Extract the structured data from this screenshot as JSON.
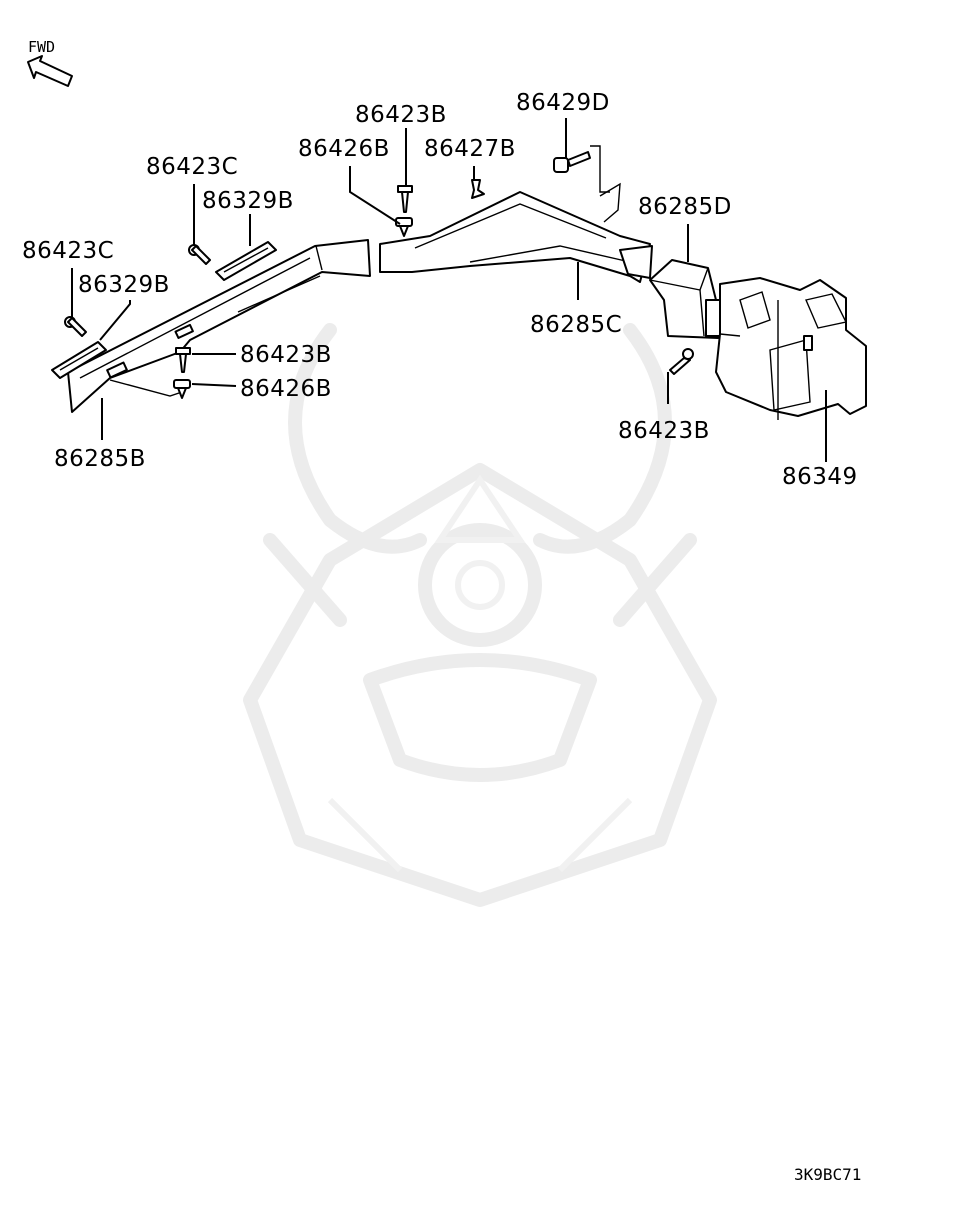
{
  "diagram": {
    "direction_label": "FWD",
    "diagram_code": "3K9BC71",
    "labels": {
      "p86423B_top": "86423B",
      "p86426B_top": "86426B",
      "p86427B": "86427B",
      "p86429D": "86429D",
      "p86423C_a": "86423C",
      "p86329B_a": "86329B",
      "p86423C_b": "86423C",
      "p86329B_b": "86329B",
      "p86285D": "86285D",
      "p86285C": "86285C",
      "p86423B_mid": "86423B",
      "p86426B_mid": "86426B",
      "p86285B": "86285B",
      "p86423B_right": "86423B",
      "p86349": "86349"
    }
  }
}
